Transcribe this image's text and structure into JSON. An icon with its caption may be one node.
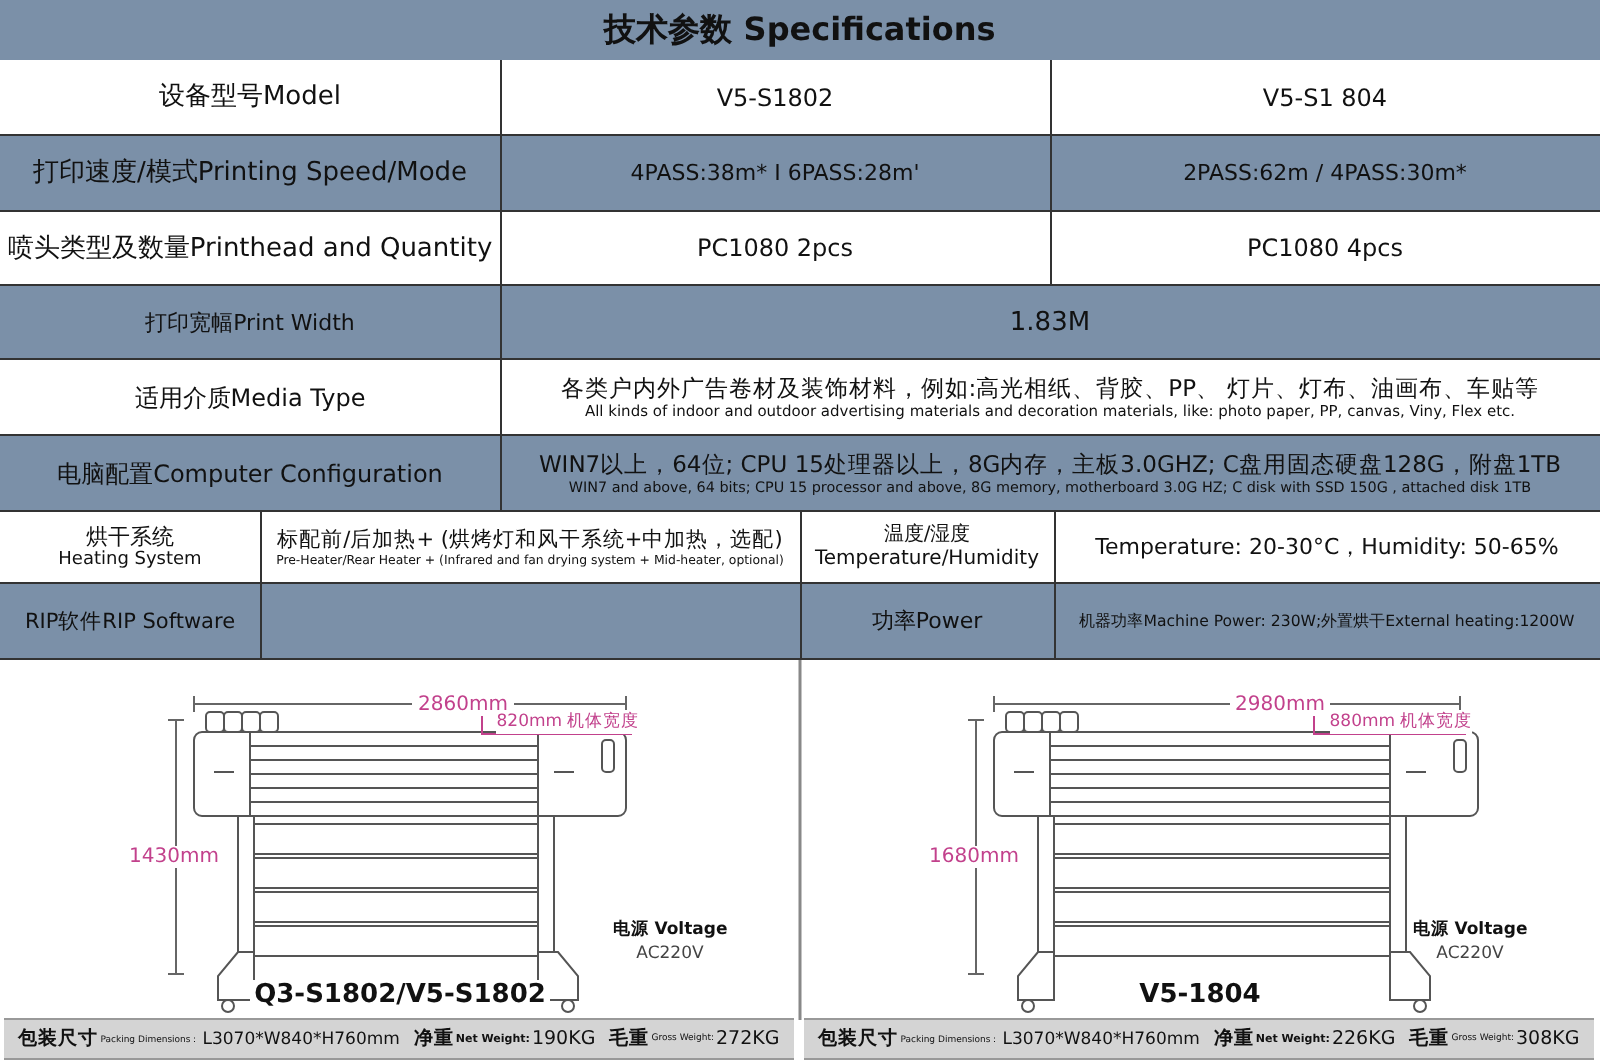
{
  "diagram": {
    "title": "技术参数 Specifications",
    "labels": [
      "设备型号Model",
      "V5-S1802",
      "V5-S1 804",
      "打印速度/模式Printing Speed/Mode",
      "4PASS:38m* I 6PASS:28m'",
      "2PASS:62m / 4PASS:30m*",
      "喷头类型及数量Printhead and Quantity",
      "PC1080 2pcs",
      "PC1080 4pcs",
      "打印宽幅Print Width",
      "1.83M",
      "适用介质Media Type",
      "各类户内外广告卷材及装饰材料，例如:高光相纸、背胶、PP、 灯片、灯布、油画布、车贴等",
      "All kinds of indoor and outdoor advertising materials and decoration materials, like: photo paper, PP, canvas, Viny, Flex etc.",
      "电脑配置Computer Configuration",
      "WIN7以上，64位; CPU 15处理器以上，8G内存，主板3.0GHZ; C盘用固态硬盘128G，附盘1TB",
      "WIN7 and above, 64 bits; CPU 15 processor and above, 8G memory, motherboard 3.0G HZ; C disk with SSD 150G , attached disk 1TB",
      "烘干系统",
      "Heating System",
      "标配前/后加热+ (烘烤灯和风干系统+中加热，选配)",
      "Pre-Heater/Rear Heater + (Infrared and fan drying system + Mid-heater, optional)",
      "温度/湿度",
      "Temperature/Humidity",
      "Temperature: 20-30°C，Humidity: 50-65%",
      "RIP软件RIP Software",
      "功率Power",
      "机器功率Machine Power: 230W;外置烘干External heating:1200W",
      "2860mm",
      "820mm 机体宽度",
      "1430mm",
      "电源 Voltage",
      "AC220V",
      "Q3-S1802/V5-S1802",
      "包装尺寸",
      "Packing Dimensions：",
      "L3070*W840*H760mm",
      "净重",
      "Net Weight:",
      "190KG",
      "毛重",
      "Gross Weight:",
      "272KG",
      "2980mm",
      "880mm 机体宽度",
      "1680mm",
      "电源 Voltage",
      "AC220V",
      "V5-1804",
      "包装尺寸",
      "Packing Dimensions：",
      "L3070*W840*H760mm",
      "净重",
      "Net Weight:",
      "226KG",
      "毛重",
      "Gross Weight:",
      "308KG"
    ]
  }
}
